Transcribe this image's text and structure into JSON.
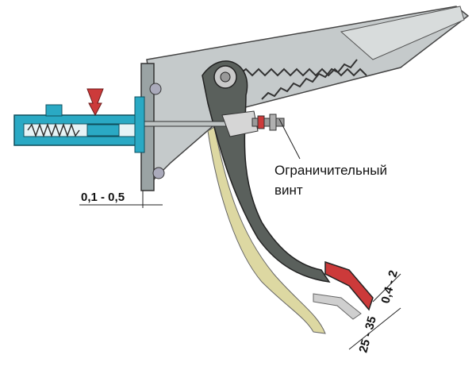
{
  "callout": {
    "line1": "Ограничительный",
    "line2": "винт"
  },
  "dimensions": {
    "rod_gap": "0,1 - 0,5",
    "free_play": "0,4 - 2",
    "pedal_travel": "25 - 35"
  },
  "colors": {
    "cylinder": "#2aa9c4",
    "highlight": "#cc3a3a",
    "pedal": "#5a605c",
    "shadow_pedal": "#ddd8a2",
    "bracket": "#b9bfbf"
  }
}
